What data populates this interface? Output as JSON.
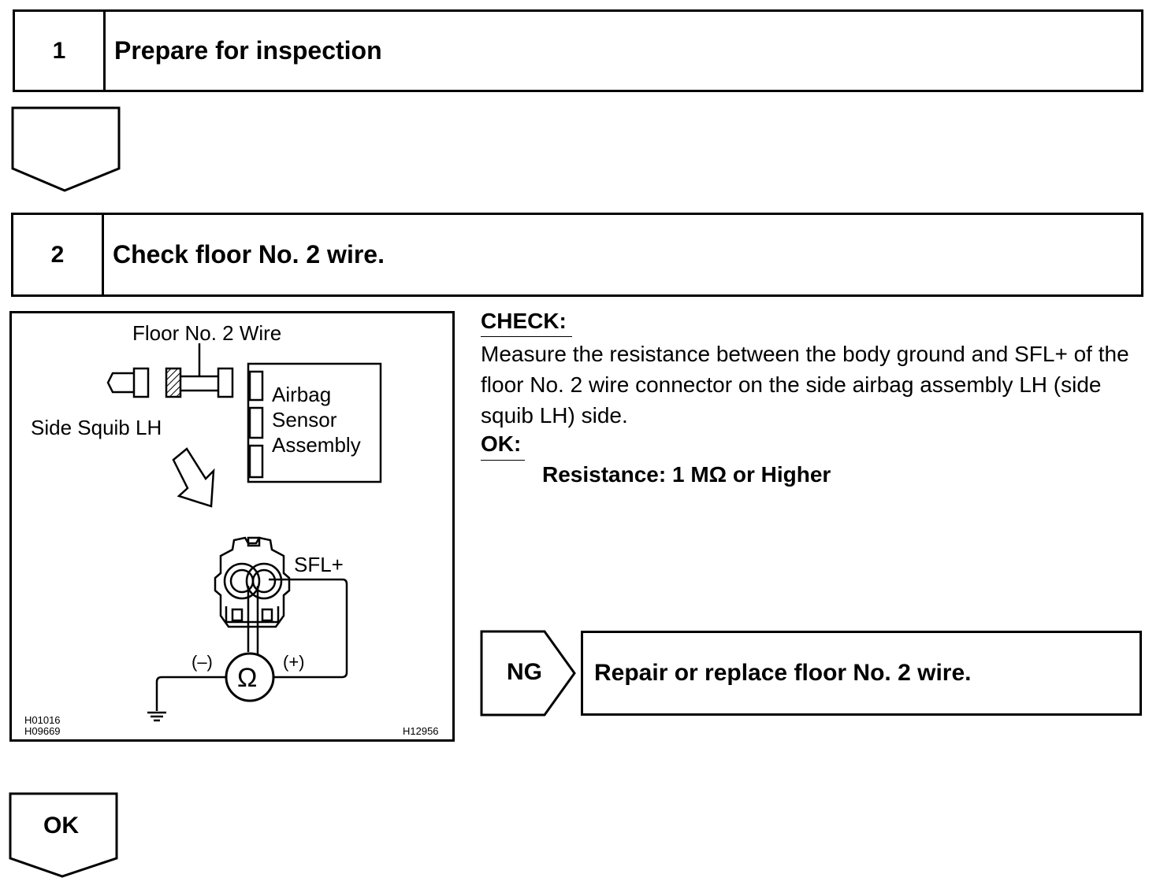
{
  "steps": [
    {
      "number": "1",
      "title": "Prepare for inspection"
    },
    {
      "number": "2",
      "title": "Check floor No. 2 wire."
    }
  ],
  "diagram": {
    "label_wire": "Floor No. 2 Wire",
    "label_squib": "Side Squib LH",
    "label_sensor_1": "Airbag",
    "label_sensor_2": "Sensor",
    "label_sensor_3": "Assembly",
    "label_terminal": "SFL+",
    "label_negative": "(–)",
    "label_positive": "(+)",
    "ohm_symbol": "Ω",
    "code_1": "H01016",
    "code_2": "H09669",
    "code_3": "H12956"
  },
  "check": {
    "heading": "CHECK:",
    "text": "Measure the resistance between the body ground and SFL+ of the floor No. 2 wire connector on the side airbag assembly LH (side squib LH) side.",
    "ok_heading": "OK:",
    "ok_text": "Resistance: 1 MΩ or Higher"
  },
  "ng": {
    "label": "NG",
    "result": "Repair or replace floor No. 2 wire."
  },
  "ok_arrow_label": "OK"
}
